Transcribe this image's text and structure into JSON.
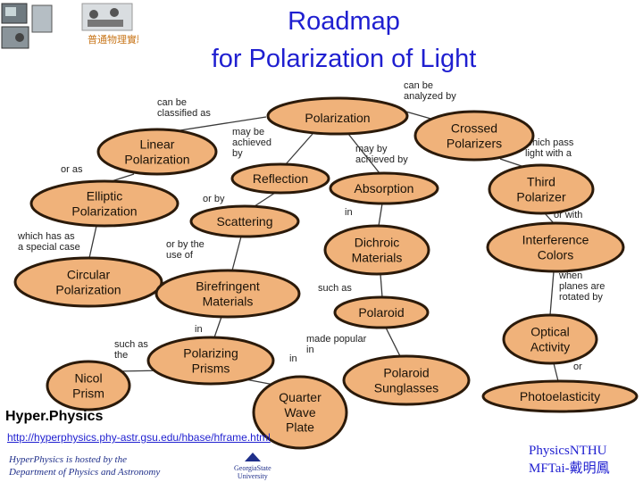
{
  "title": {
    "line1": "Roadmap",
    "line2": "for Polarization of Light"
  },
  "logo": {
    "text_cn": "普通物理實驗室"
  },
  "nodes": [
    {
      "id": "polarization",
      "label": "Polarization"
    },
    {
      "id": "linear",
      "label": "Linear\nPolarization"
    },
    {
      "id": "elliptic",
      "label": "Elliptic\nPolarization"
    },
    {
      "id": "circular",
      "label": "Circular\nPolarization"
    },
    {
      "id": "nicol",
      "label": "Nicol\nPrism"
    },
    {
      "id": "reflection",
      "label": "Reflection"
    },
    {
      "id": "scattering",
      "label": "Scattering"
    },
    {
      "id": "birefringent",
      "label": "Birefringent\nMaterials"
    },
    {
      "id": "polarizing",
      "label": "Polarizing\nPrisms"
    },
    {
      "id": "quarter",
      "label": "Quarter\nWave\nPlate"
    },
    {
      "id": "absorption",
      "label": "Absorption"
    },
    {
      "id": "dichroic",
      "label": "Dichroic\nMaterials"
    },
    {
      "id": "polaroid",
      "label": "Polaroid"
    },
    {
      "id": "sunglasses",
      "label": "Polaroid\nSunglasses"
    },
    {
      "id": "crossed",
      "label": "Crossed\nPolarizers"
    },
    {
      "id": "third",
      "label": "Third\nPolarizer"
    },
    {
      "id": "interference",
      "label": "Interference\nColors"
    },
    {
      "id": "optical",
      "label": "Optical\nActivity"
    },
    {
      "id": "photo",
      "label": "Photoelasticity"
    }
  ],
  "edges": [
    {
      "from": "polarization",
      "to": "linear",
      "label": "can be\nclassified as"
    },
    {
      "from": "polarization",
      "to": "reflection",
      "label": "may be\nachieved\nby"
    },
    {
      "from": "polarization",
      "to": "absorption",
      "label": "may by\nachieved by"
    },
    {
      "from": "polarization",
      "to": "crossed",
      "label": "can be\nanalyzed by"
    },
    {
      "from": "linear",
      "to": "elliptic",
      "label": "or as"
    },
    {
      "from": "elliptic",
      "to": "circular",
      "label": "which has as\na special case"
    },
    {
      "from": "reflection",
      "to": "scattering",
      "label": "or by"
    },
    {
      "from": "scattering",
      "to": "birefringent",
      "label": "or by the\nuse of"
    },
    {
      "from": "birefringent",
      "to": "polarizing",
      "label": "in"
    },
    {
      "from": "polarizing",
      "to": "nicol",
      "label": "such as\nthe"
    },
    {
      "from": "polarizing",
      "to": "quarter",
      "label": "in"
    },
    {
      "from": "absorption",
      "to": "dichroic",
      "label": "in"
    },
    {
      "from": "dichroic",
      "to": "polaroid",
      "label": "such as"
    },
    {
      "from": "polaroid",
      "to": "sunglasses",
      "label": "made popular\nin"
    },
    {
      "from": "crossed",
      "to": "third",
      "label": "which pass\nlight with a"
    },
    {
      "from": "third",
      "to": "interference",
      "label": "or with"
    },
    {
      "from": "interference",
      "to": "optical",
      "label": "when\nplanes are\nrotated by"
    },
    {
      "from": "optical",
      "to": "photo",
      "label": "or"
    }
  ],
  "footer": {
    "site_name": "Hyper.Physics",
    "url": "http://hyperphysics.phy-astr.gsu.edu/hbase/hframe.html",
    "hosted_line1": "HyperPhysics is hosted by the",
    "hosted_line2": "Department of Physics and Astronomy",
    "university_line1": "GeorgiaState",
    "university_line2": "University",
    "credit_line1": "Physics",
    "credit_line1b": "NTHU",
    "credit_line2": "MFTai-戴明鳳"
  },
  "colors": {
    "title": "#1f1fd0",
    "node_fill": "#f0b27a",
    "node_stroke": "#2b1a0a",
    "edge": "#3a3a3a",
    "link": "#1f1fd0"
  }
}
